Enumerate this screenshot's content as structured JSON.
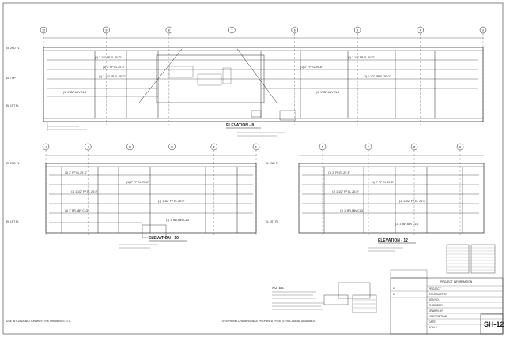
{
  "sheet": {
    "number": "SH-12",
    "border_color": "#555555",
    "line_color": "#333333",
    "accent_red": "#c0392b"
  },
  "views": [
    {
      "id": "elevation-top",
      "title": "ELEVATION - 8",
      "grid_labels": [
        "10",
        "9",
        "8",
        "7",
        "6",
        "5",
        "4",
        "3"
      ],
      "level_labels": [
        "EL 2ND FL",
        "EL TOP",
        "EL 1ST FL"
      ]
    },
    {
      "id": "elevation-left",
      "title": "ELEVATION - 10",
      "grid_labels": [
        "J",
        "I",
        "H",
        "G",
        "F",
        "E"
      ],
      "level_labels": [
        "EL 2ND FL",
        "EL 1ST FL"
      ]
    },
    {
      "id": "elevation-right",
      "title": "ELEVATION - 12",
      "grid_labels": [
        "D",
        "C",
        "B",
        "A"
      ],
      "level_labels": [
        "EL 2ND FL",
        "EL 1ST FL"
      ]
    }
  ],
  "notes": {
    "bottom_left": "USE IN CONJUNCTION WITH THE DRAWINGS ETC.",
    "bottom_center": "THIS PIPING DRAWING WAS PREPARED FROM STRUCTURAL DRAWINGS",
    "legend_title": "NOTES:"
  },
  "title_block": {
    "project_label": "PROJECT INFORMATION",
    "rows": [
      "PROJECT",
      "CONTRACTOR",
      "JOB NO.",
      "ENGINEER",
      "DRAWN BY",
      "DESCRIPTION",
      "DATE",
      "SCALE"
    ],
    "revisions": [
      "1",
      "2"
    ]
  }
}
